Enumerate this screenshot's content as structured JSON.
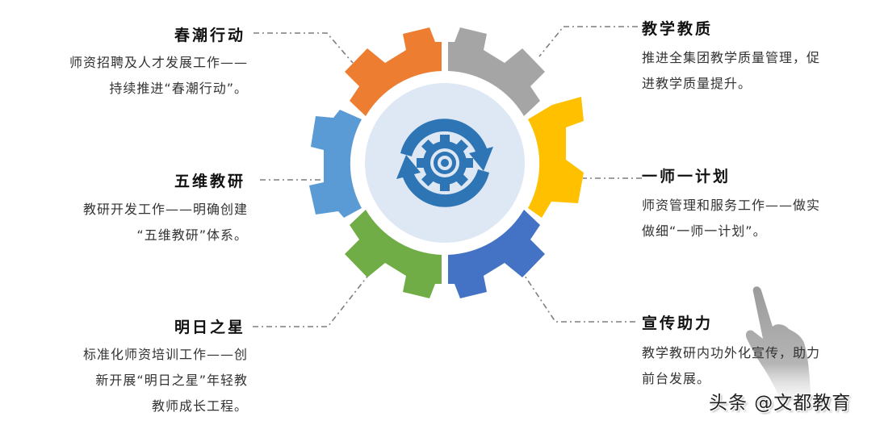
{
  "colors": {
    "orange": "#ED7D31",
    "gray": "#A5A5A5",
    "yellow": "#FFC000",
    "dark_blue": "#4472C4",
    "green": "#70AD47",
    "light_blue": "#5B9BD5",
    "inner_circle": "#DDE8F4",
    "center_icon": "#2E75B6",
    "connector": "#7F7F7F"
  },
  "center": {
    "icon": "gear-cycle-icon"
  },
  "items": [
    {
      "id": "chunchao",
      "title": "春潮行动",
      "color": "orange",
      "lines": [
        "师资招聘及人才发展工作——",
        "持续推进“春潮行动”。"
      ]
    },
    {
      "id": "jiaoxue",
      "title": "教学教质",
      "color": "gray",
      "lines": [
        "推进全集团教学质量管理，促",
        "进教学质量提升。"
      ]
    },
    {
      "id": "wuwei",
      "title": "五维教研",
      "color": "light_blue",
      "lines": [
        "教研开发工作——明确创建",
        "“五维教研”体系。"
      ]
    },
    {
      "id": "yishi",
      "title": "一师一计划",
      "color": "yellow",
      "lines": [
        "师资管理和服务工作——做实",
        "做细“一师一计划”。"
      ]
    },
    {
      "id": "mingri",
      "title": "明日之星",
      "color": "green",
      "lines": [
        "标准化师资培训工作——创",
        "新开展“明日之星”年轻教",
        "教师成长工程。"
      ]
    },
    {
      "id": "xuanchuan",
      "title": "宣传助力",
      "color": "dark_blue",
      "lines": [
        "教学教研内功外化宣传，助力",
        "前台发展。"
      ]
    }
  ],
  "watermark": "头条 @文都教育"
}
